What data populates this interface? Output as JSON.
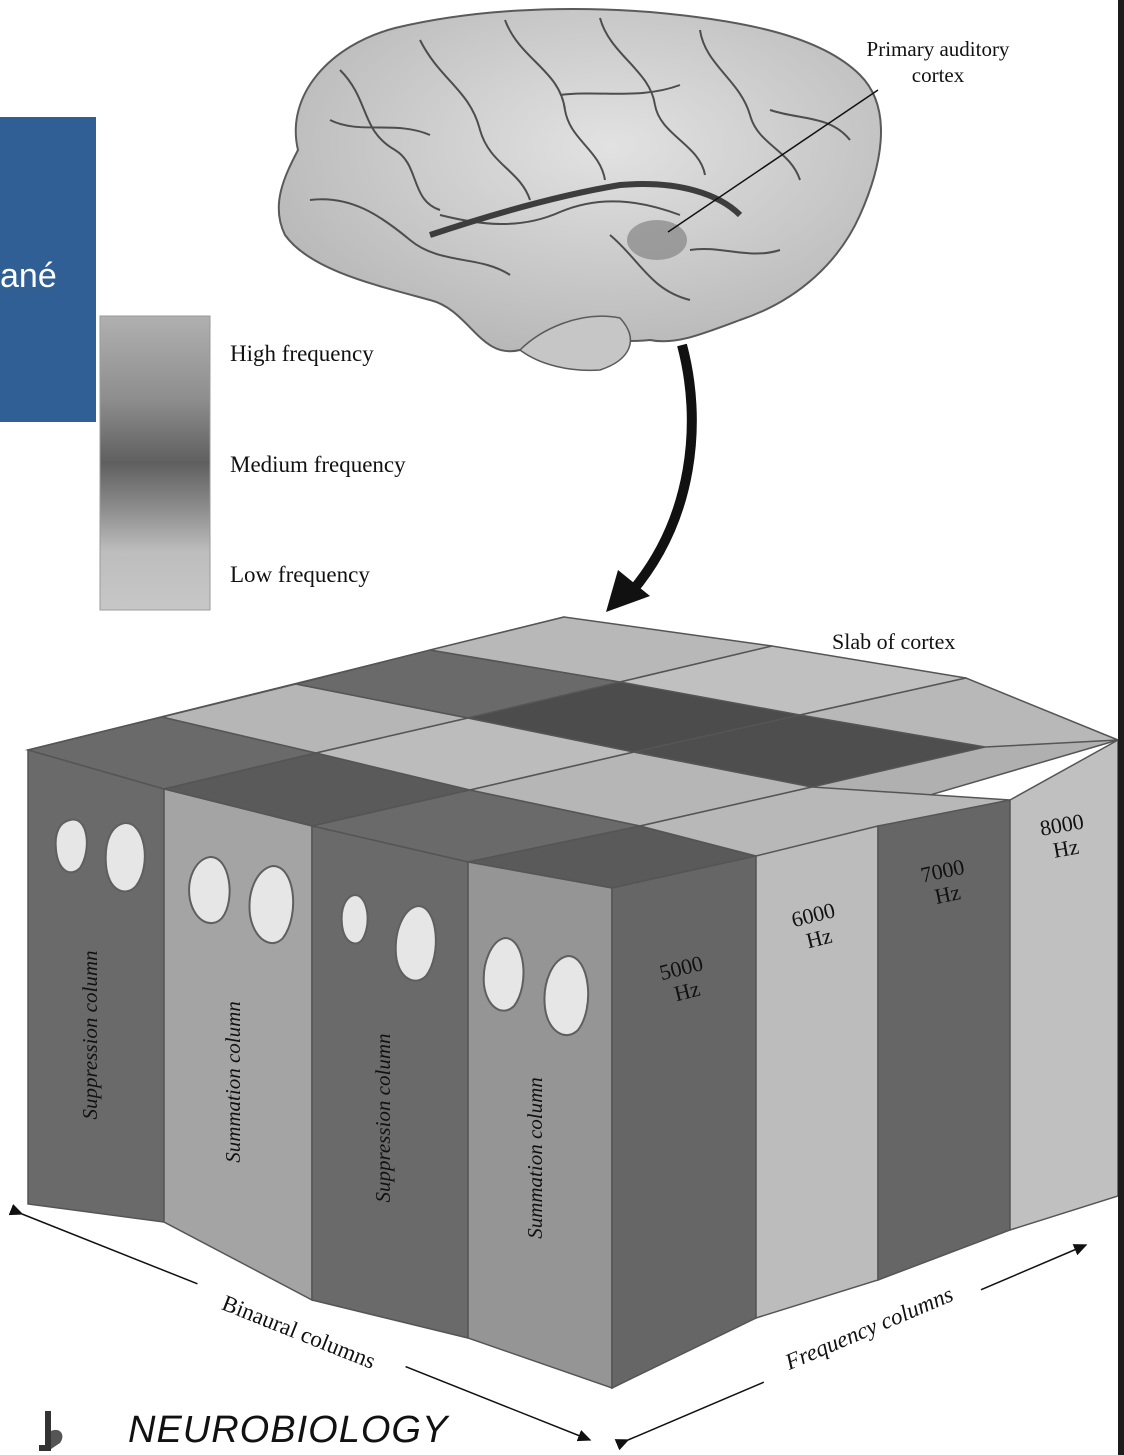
{
  "slide": {
    "tab_text": "ané"
  },
  "labels": {
    "primary_auditory_cortex": [
      "Primary auditory",
      "cortex"
    ],
    "slab_of_cortex": "Slab of cortex",
    "binaural_columns": "Binaural columns",
    "frequency_columns": "Frequency columns"
  },
  "legend": {
    "high": "High frequency",
    "medium": "Medium frequency",
    "low": "Low frequency"
  },
  "binaural_columns": [
    "Suppression column",
    "Summation column",
    "Suppression column",
    "Summation column"
  ],
  "frequency_columns": [
    {
      "value": "5000",
      "unit": "Hz"
    },
    {
      "value": "6000",
      "unit": "Hz"
    },
    {
      "value": "7000",
      "unit": "Hz"
    },
    {
      "value": "8000",
      "unit": "Hz"
    }
  ],
  "publisher": {
    "name": "NEUROBIOLOGY"
  },
  "colors": {
    "brand_tab": "#2f5f94",
    "dark_column": "#666666",
    "light_column": "#b9b9b9",
    "medium_column": "#959595",
    "brain": "#d0d0d0"
  }
}
